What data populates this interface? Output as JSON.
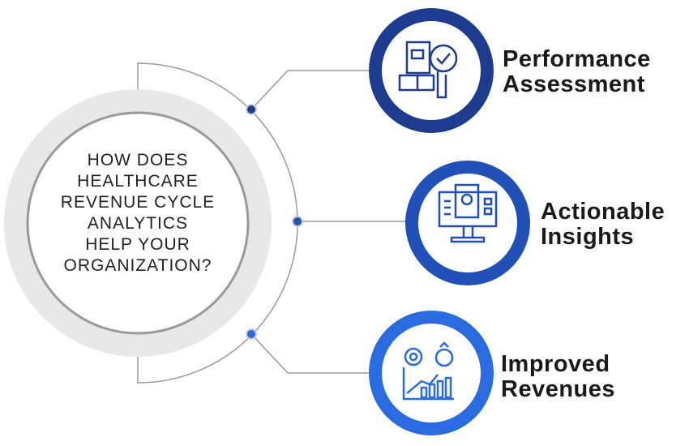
{
  "center": {
    "lines": [
      "HOW DOES",
      "HEALTHCARE",
      "REVENUE CYCLE",
      "ANALYTICS",
      "HELP YOUR",
      "ORGANIZATION?"
    ]
  },
  "items": [
    {
      "line1": "Performance",
      "line2": "Assessment",
      "icon": "clipboard-magnifier-check-icon",
      "color": "#1d3c8f"
    },
    {
      "line1": "Actionable",
      "line2": "Insights",
      "icon": "monitor-dashboard-icon",
      "color": "#2150b8"
    },
    {
      "line1": "Improved",
      "line2": "Revenues",
      "icon": "gear-moneybag-growth-chart-icon",
      "color": "#2a6be0"
    }
  ]
}
